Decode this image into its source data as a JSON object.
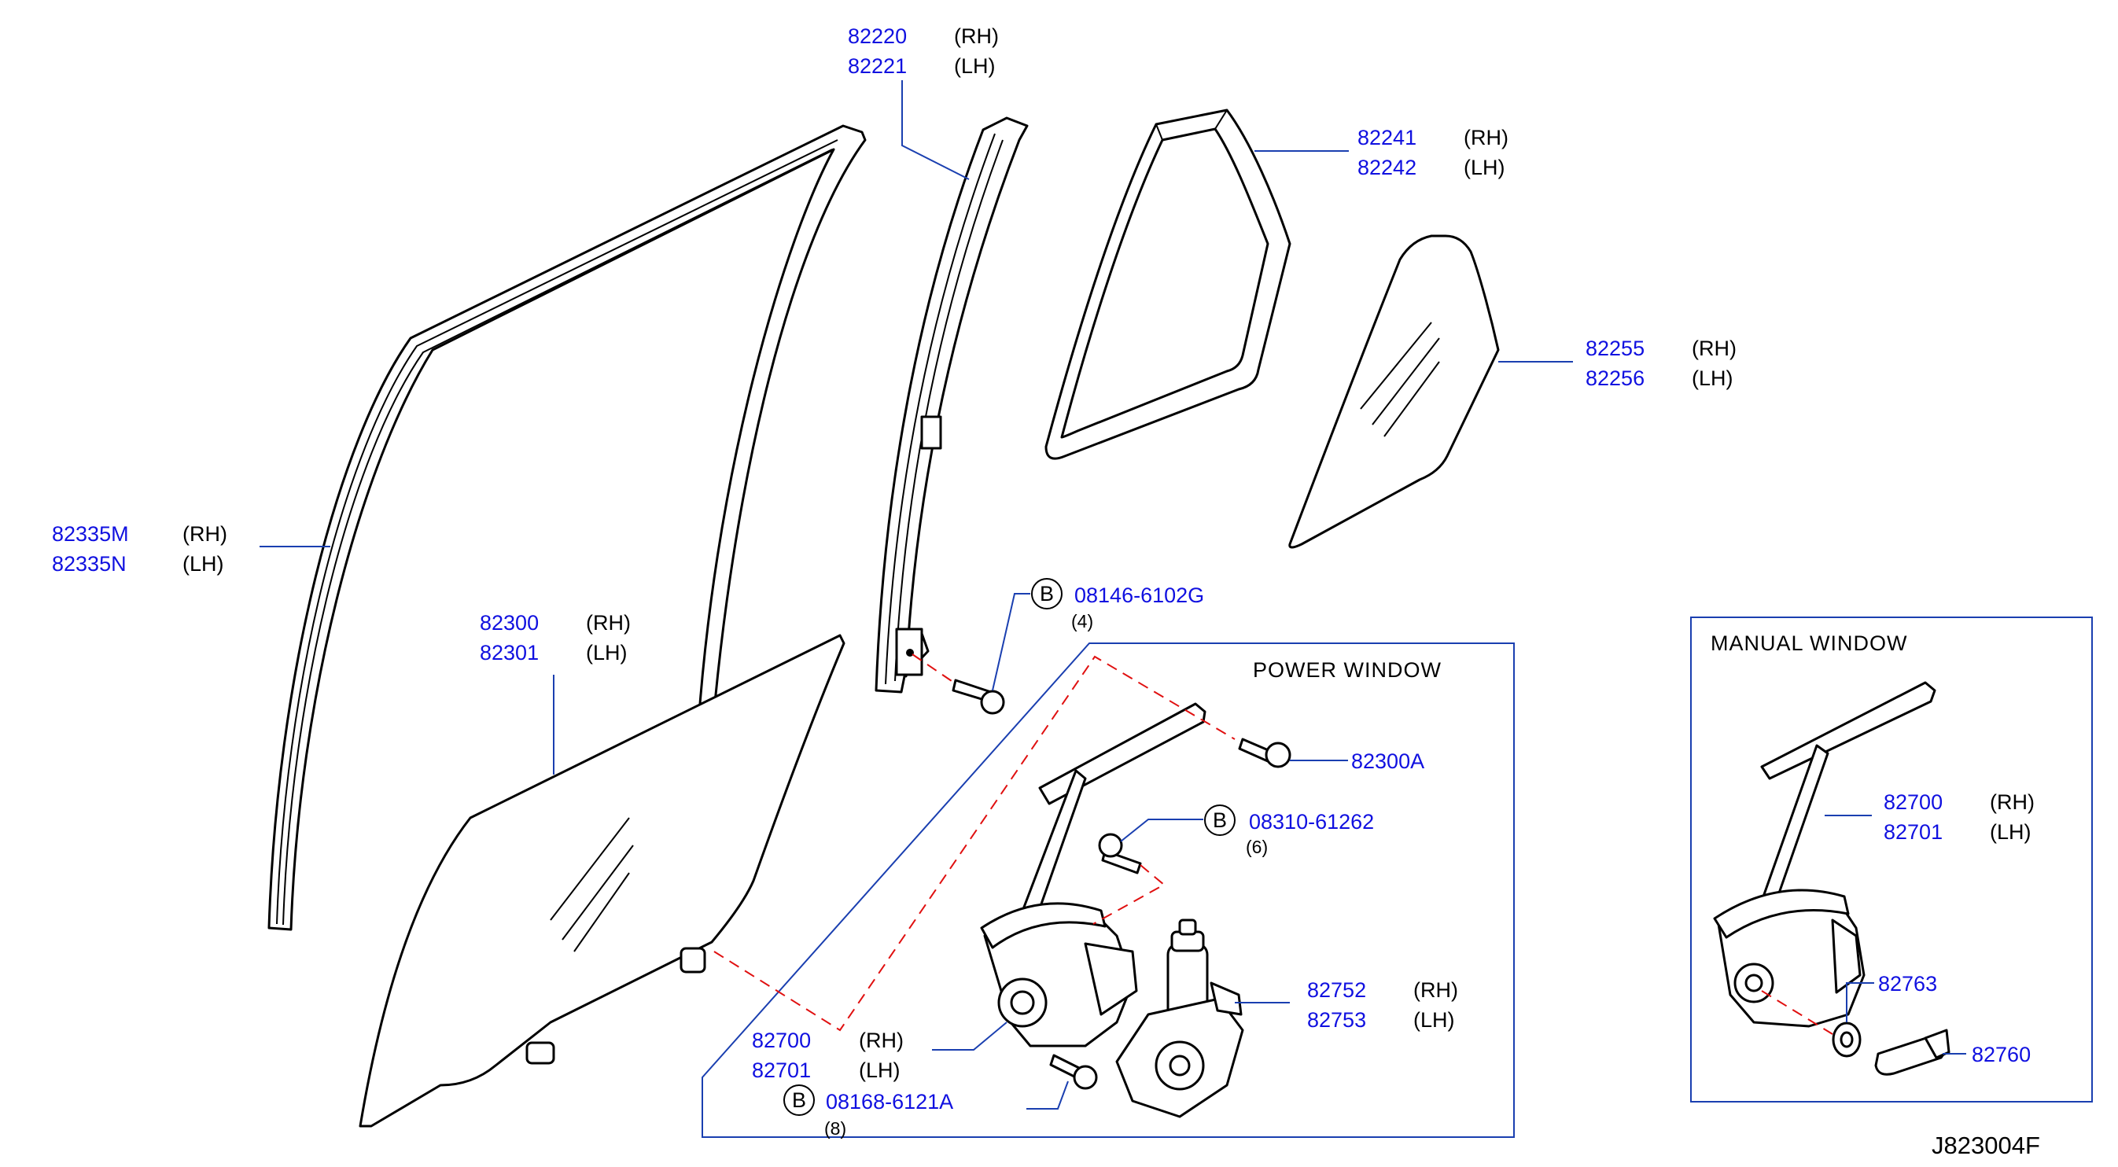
{
  "colors": {
    "part_number": "#1010e0",
    "leader": "#1a3fb0",
    "dashed": "#e01010"
  },
  "parts": {
    "p82220": {
      "rh_num": "82220",
      "rh_side": "(RH)",
      "lh_num": "82221",
      "lh_side": "(LH)"
    },
    "p82241": {
      "rh_num": "82241",
      "rh_side": "(RH)",
      "lh_num": "82242",
      "lh_side": "(LH)"
    },
    "p82255": {
      "rh_num": "82255",
      "rh_side": "(RH)",
      "lh_num": "82256",
      "lh_side": "(LH)"
    },
    "p82335": {
      "rh_num": "82335M",
      "rh_side": "(RH)",
      "lh_num": "82335N",
      "lh_side": "(LH)"
    },
    "p82300": {
      "rh_num": "82300",
      "rh_side": "(RH)",
      "lh_num": "82301",
      "lh_side": "(LH)"
    },
    "p82700_power": {
      "rh_num": "82700",
      "rh_side": "(RH)",
      "lh_num": "82701",
      "lh_side": "(LH)"
    },
    "p82752": {
      "rh_num": "82752",
      "rh_side": "(RH)",
      "lh_num": "82753",
      "lh_side": "(LH)"
    },
    "p82700_manual": {
      "rh_num": "82700",
      "rh_side": "(RH)",
      "lh_num": "82701",
      "lh_side": "(LH)"
    },
    "p82300A": {
      "num": "82300A"
    },
    "p82763": {
      "num": "82763"
    },
    "p82760": {
      "num": "82760"
    },
    "bolt_08146": {
      "badge": "B",
      "num": "08146-6102G",
      "qty": "(4)"
    },
    "bolt_08310": {
      "badge": "B",
      "num": "08310-61262",
      "qty": "(6)"
    },
    "bolt_08168": {
      "badge": "B",
      "num": "08168-6121A",
      "qty": "(8)"
    }
  },
  "sections": {
    "power_window": "POWER   WINDOW",
    "manual_window": "MANUAL   WINDOW"
  },
  "diagram_code": "J823004F"
}
